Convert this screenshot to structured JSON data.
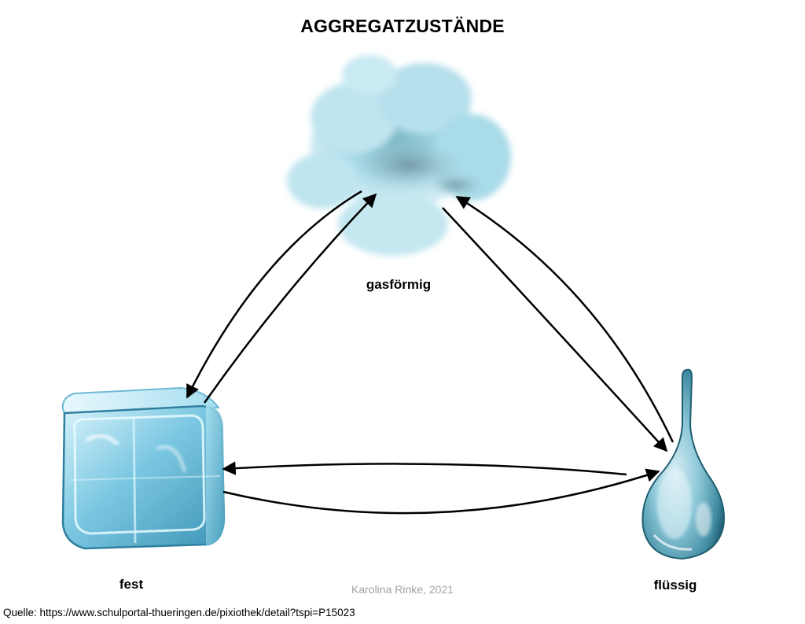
{
  "title": "AGGREGATZUSTÄNDE",
  "states": {
    "gas": {
      "label": "gasförmig",
      "icon": "cloud-icon"
    },
    "solid": {
      "label": "fest",
      "icon": "ice-cube-icon"
    },
    "liquid": {
      "label": "flüssig",
      "icon": "water-drop-icon"
    }
  },
  "credit": "Karolina Rinke, 2021",
  "source": "Quelle: https://www.schulportal-thueringen.de/pixiothek/detail?tspi=P15023",
  "colors": {
    "ice": "#8fd3ea",
    "water": "#6fb6cc",
    "cloud": "#a9dbe8",
    "arrow": "#000000"
  }
}
